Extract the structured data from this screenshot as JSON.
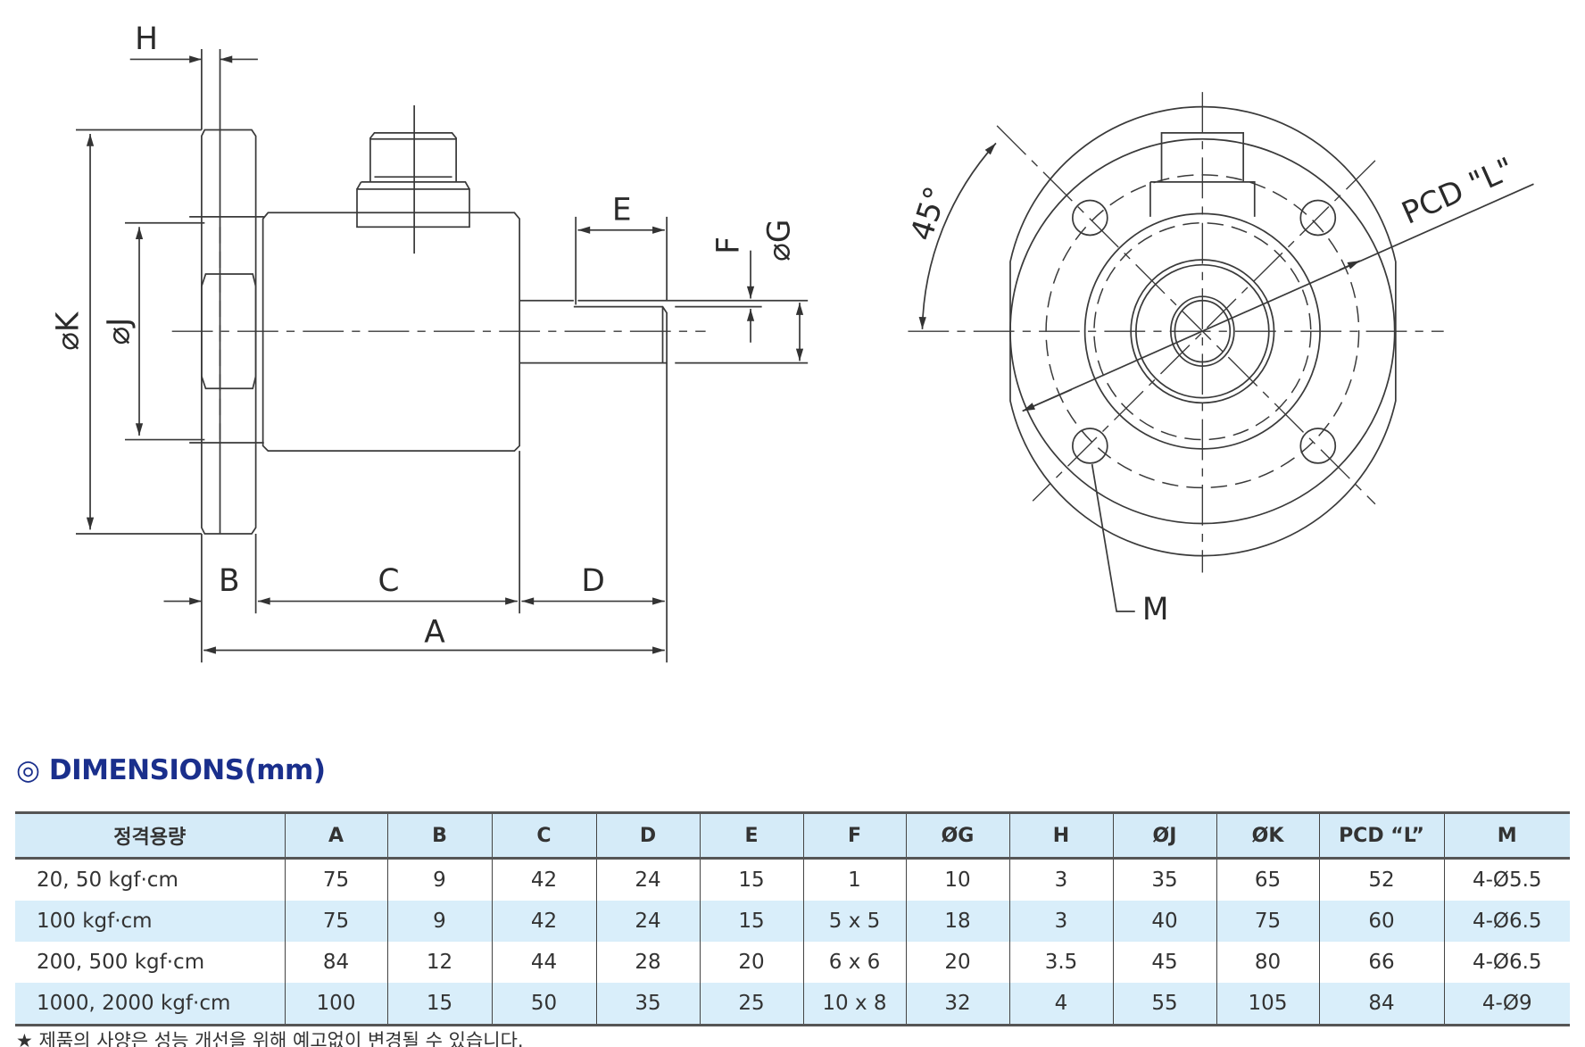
{
  "drawing": {
    "labels": {
      "H": "H",
      "K": "⌀K",
      "J": "⌀J",
      "E": "E",
      "F": "F",
      "G": "⌀G",
      "B": "B",
      "C": "C",
      "D": "D",
      "A": "A",
      "angle": "45°",
      "pcd": "PCD \"L\"",
      "M": "M"
    }
  },
  "section_title": "◎ DIMENSIONS(mm)",
  "table": {
    "headers": [
      "정격용량",
      "A",
      "B",
      "C",
      "D",
      "E",
      "F",
      "ØG",
      "H",
      "ØJ",
      "ØK",
      "PCD “L”",
      "M"
    ],
    "rows": [
      [
        "20, 50 kgf·cm",
        "75",
        "9",
        "42",
        "24",
        "15",
        "1",
        "10",
        "3",
        "35",
        "65",
        "52",
        "4-Ø5.5"
      ],
      [
        "100 kgf·cm",
        "75",
        "9",
        "42",
        "24",
        "15",
        "5 x 5",
        "18",
        "3",
        "40",
        "75",
        "60",
        "4-Ø6.5"
      ],
      [
        "200, 500 kgf·cm",
        "84",
        "12",
        "44",
        "28",
        "20",
        "6 x 6",
        "20",
        "3.5",
        "45",
        "80",
        "66",
        "4-Ø6.5"
      ],
      [
        "1000, 2000 kgf·cm",
        "100",
        "15",
        "50",
        "35",
        "25",
        "10 x 8",
        "32",
        "4",
        "55",
        "105",
        "84",
        "4-Ø9"
      ]
    ]
  },
  "footnote": "★ 제품의 사양은 성능 개선을 위해 예고없이 변경될 수 있습니다."
}
